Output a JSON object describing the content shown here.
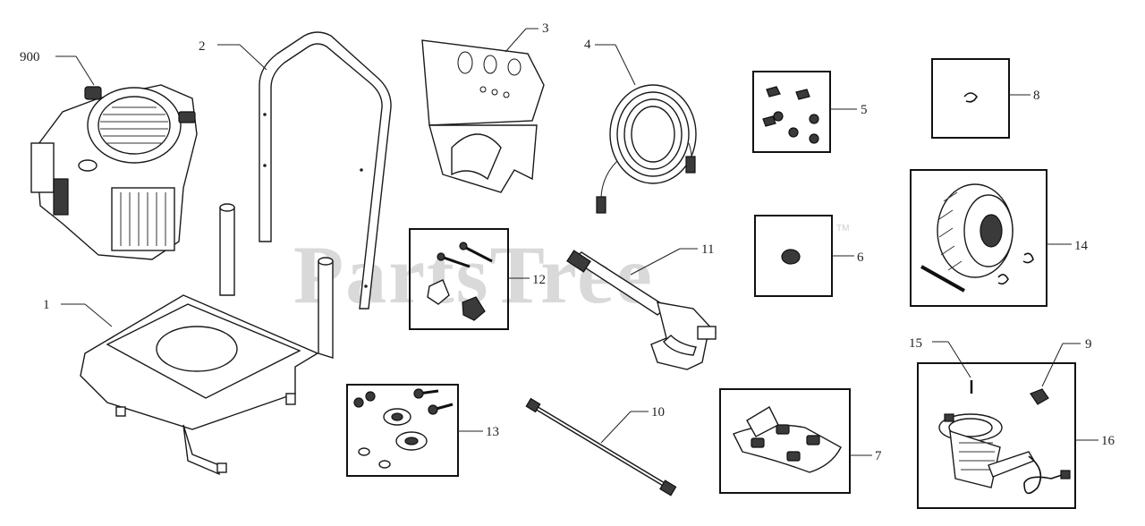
{
  "watermark": {
    "text": "PartsTree",
    "trademark": "TM"
  },
  "callouts": {
    "c900": "900",
    "c1": "1",
    "c2": "2",
    "c3": "3",
    "c4": "4",
    "c5": "5",
    "c6": "6",
    "c7": "7",
    "c8": "8",
    "c9": "9",
    "c10": "10",
    "c11": "11",
    "c12": "12",
    "c13": "13",
    "c14": "14",
    "c15": "15",
    "c16": "16"
  }
}
